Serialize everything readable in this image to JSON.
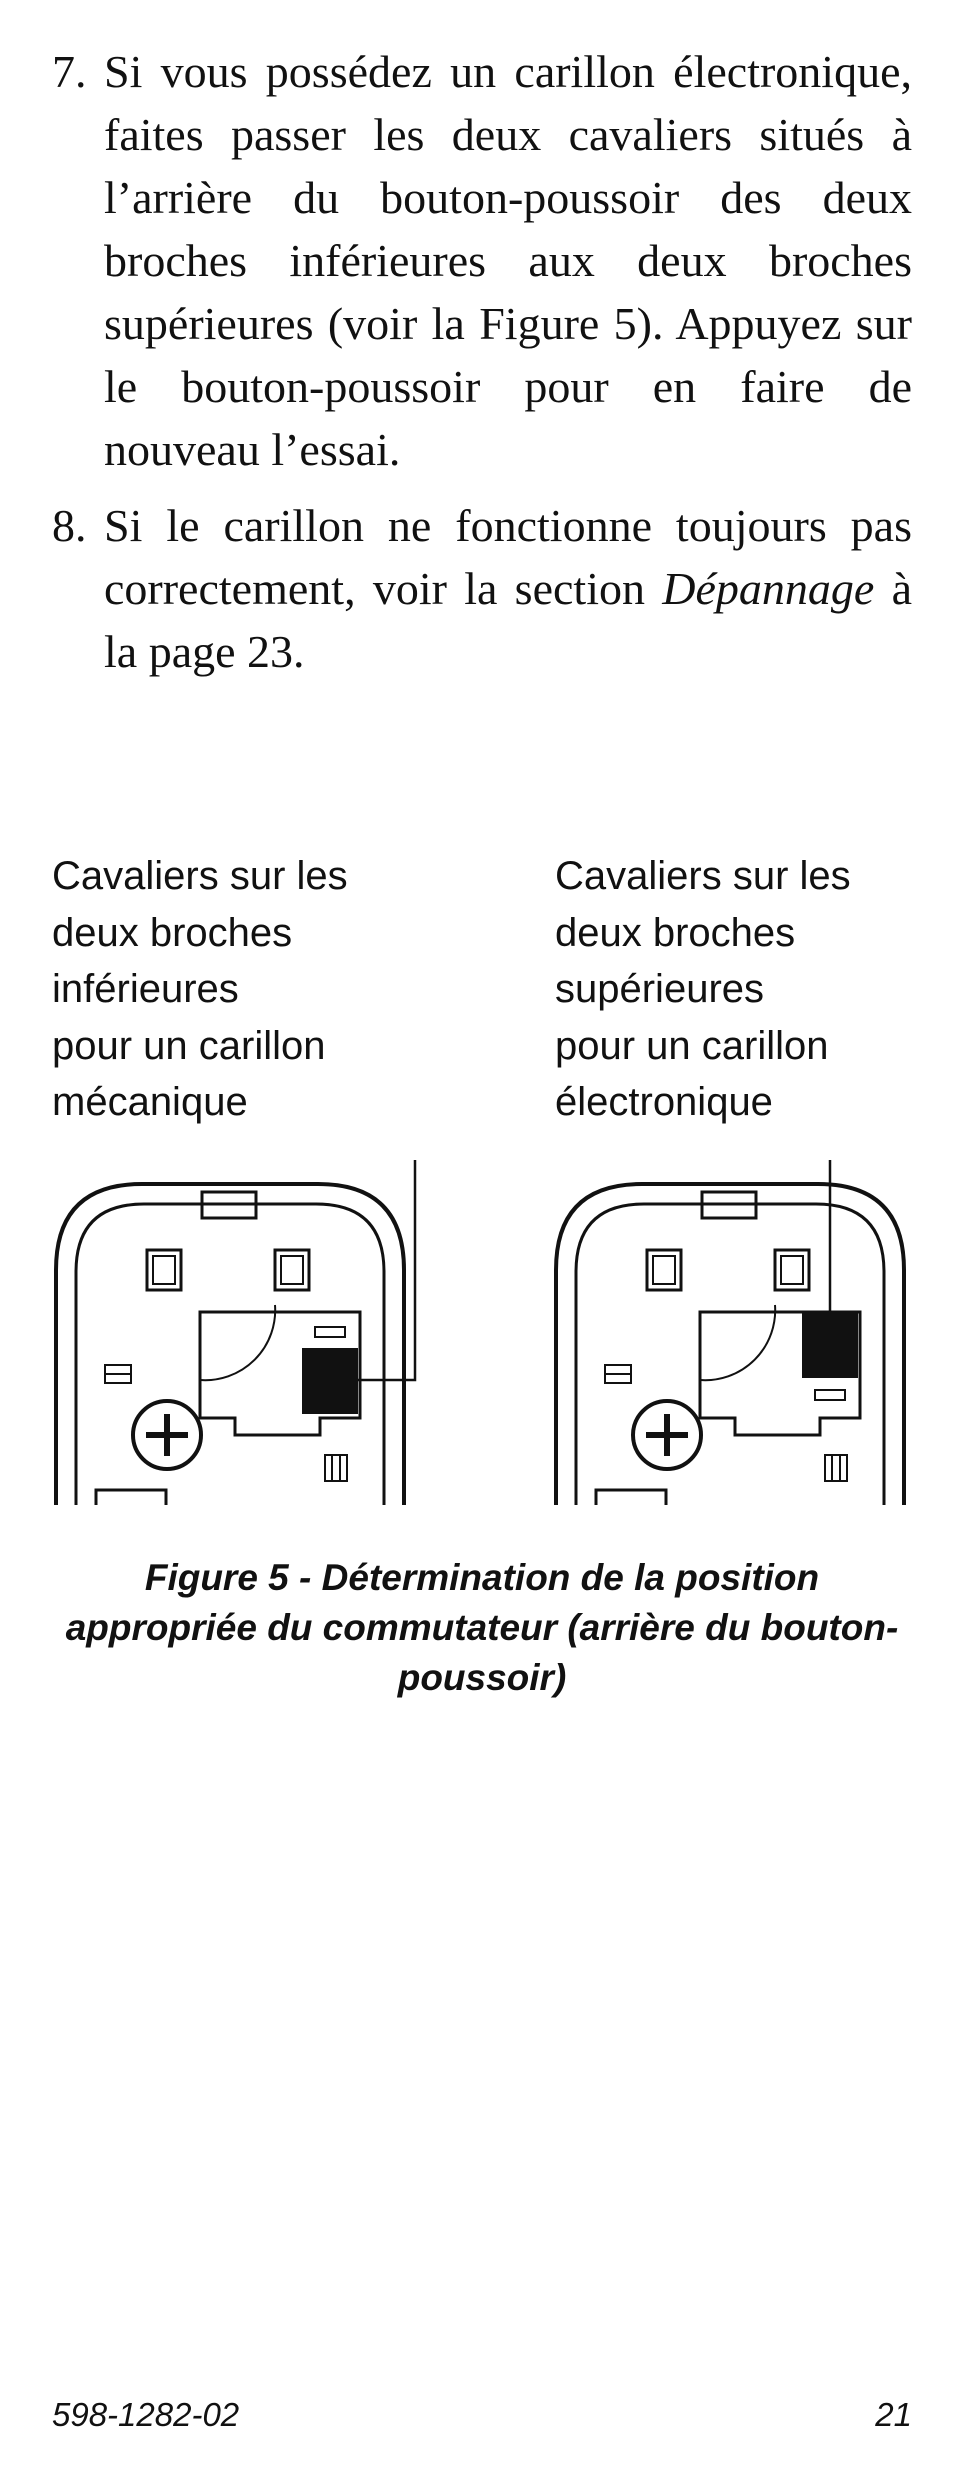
{
  "steps": [
    {
      "number": "7.",
      "text": "Si vous possédez un carillon électronique, faites passer les deux cavaliers situés à l’arrière du bouton-poussoir des deux broches inférieures aux deux broches supérieures (voir la Figure 5). Appuyez sur le bouton-poussoir pour en faire de nouveau l’essai."
    },
    {
      "number": "8.",
      "text_before": "Si le carillon ne fonctionne toujours pas correctement, voir la section ",
      "emphasis": "Dépannage",
      "text_after": " à la page 23."
    }
  ],
  "figure": {
    "label_left": "Cavaliers sur les\ndeux broches\ninférieures\npour un carillon\nmécanique",
    "label_right": "Cavaliers sur les\ndeux broches\nsupérieures\npour un carillon\nélectronique",
    "caption": "Figure 5 - Détermination de la position appropriée du commutateur (arrière du bouton-poussoir)"
  },
  "footer": {
    "doc_number": "598-1282-02",
    "page_number": "21"
  }
}
